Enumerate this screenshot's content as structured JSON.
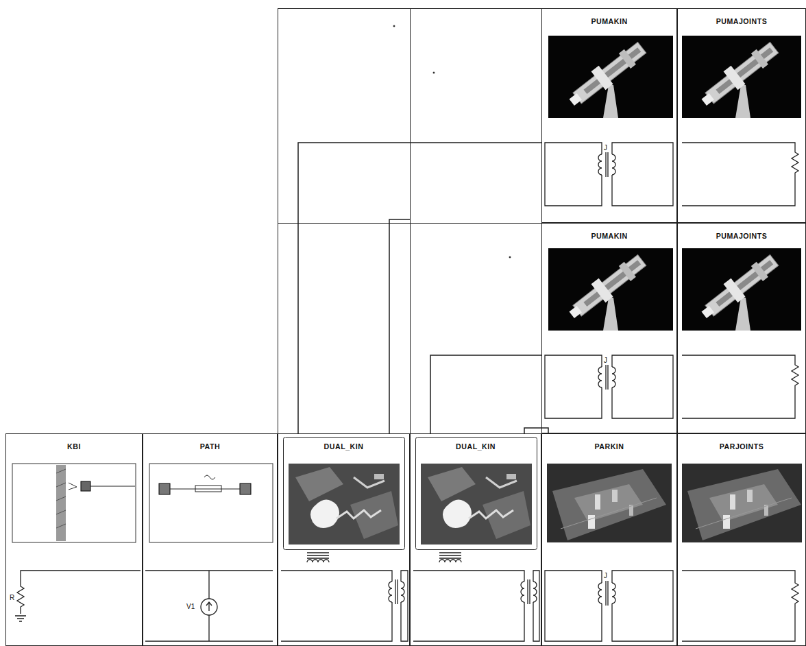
{
  "diagram": {
    "nodes": [
      {
        "text": [
          "PUMAKIN"
        ]
      },
      {
        "text": [
          "PUMAJOINTS"
        ]
      },
      {
        "text": [
          "PUMAKIN"
        ]
      },
      {
        "text": [
          "PUMAJOINTS"
        ]
      },
      {
        "text": [
          "KBI"
        ]
      },
      {
        "text": [
          "PATH"
        ]
      },
      {
        "text": [
          "DUAL_KIN"
        ]
      },
      {
        "text": [
          "DUAL_KIN"
        ]
      },
      {
        "text": [
          "PARKIN"
        ]
      },
      {
        "text": [
          "PARJOINTS"
        ]
      }
    ],
    "edges": [
      {
        "from": 6,
        "to": 0,
        "arrow": "none"
      },
      {
        "from": 7,
        "to": 2,
        "arrow": "none"
      },
      {
        "from": 7,
        "to": 8,
        "arrow": "none"
      }
    ],
    "labels": [
      "J",
      "J",
      "J",
      "V1",
      "R"
    ]
  }
}
